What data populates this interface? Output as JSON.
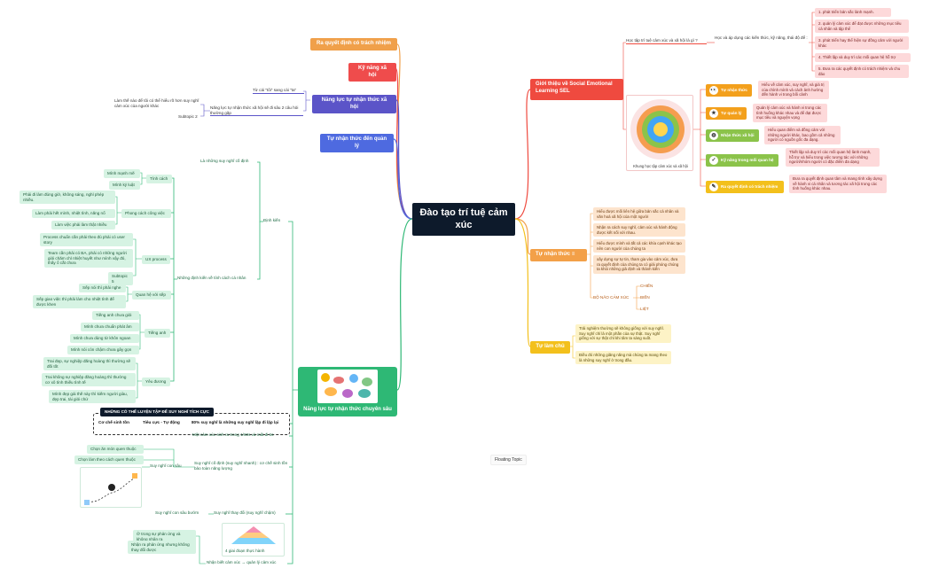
{
  "root": "Đào tạo trí tuệ cảm xúc",
  "left_main": {
    "ra_quyet_dinh": "Ra quyết định có trách nhiệm",
    "ky_nang_xa_hoi": "Kỹ năng xã hội",
    "nang_luc_xa_hoi": "Năng lực tự nhận thức xã hội",
    "tu_nhan_thuc_quan_ly": "Tự nhận thức đến quản lý",
    "chuyen_sau": "Năng lực tự nhận thức chuyên sâu"
  },
  "xa_hoi_children": {
    "tu_coi_toi": "Từ cái \"tôi\" sang cái \"ta\"",
    "nang_luc_tu_nhan": "Năng lực tự nhận thức xã hội sẽ đi sâu 2 câu hỏi thường gặp",
    "lam_the_nao": "Làm thế nào để tôi có thể hiểu rõ hơn suy nghĩ cảm xúc của người khác",
    "subtopic": "Subtopic 2"
  },
  "dinh_kien": {
    "label": "Định kiến",
    "la_nhung": "Là những suy nghĩ cố định",
    "nhung_dinh_kien": "Những định kiến về tính cách cá nhân",
    "tinh_cach": "Tính cách",
    "manh_me": "Mình mạnh mẽ",
    "ky_luat": "Mình kỷ luật",
    "phong_cach": "Phong cách công việc",
    "phai_di_lam": "Phải đi làm đúng giờ, không sáng, nghỉ phép nhiều.",
    "lam_phai_het": "Làm phải hết mình, nhiệt tình, năng nổ",
    "lam_viec_het": "Làm việc phải làm thật nhiều",
    "ux": "UX process",
    "process": "Process chuẩn cần phải theo đủ phải có user story",
    "team": "Team cần phải có BA, phải có những người giỏi chăm chỉ nhiệt huyết như mình vậy đó, thấy ổ cắt chưa",
    "subtopic5": "Subtopic 5",
    "quan_he": "Quan hệ với sếp",
    "sep_noi": "Sếp nói thì phải nghe",
    "sep_giao": "Sếp giao việc thì phải làm cho nhiệt tình để được khen",
    "tieng_anh": "Tiếng anh",
    "ta_chua": "Tiếng anh chưa giỏi",
    "mc_phat_am": "Mình chưa chuẩn phát âm",
    "mc_dung_tu": "Mình chưa dùng từ khôn ngoan",
    "mc_noi": "Mình nói còn chậm chưa gây gọn",
    "yeu_duong": "Yêu đương",
    "trai_dep": "Trai đẹp, sự nghiệp đăng hoàng thì thường sẽ đối tốt",
    "trai_khong": "Trai không sự nghiệp đăng hoàng thì thường cơ xô tình thiếu tình tế",
    "minh_dep": "Mình đẹp gái thế này thì kiếm người giàu, đẹp trai, tài giỏi chứ"
  },
  "luyen_tap": {
    "title": "NHỮNG CÓ THỂ LUYỆN TẬP ĐỂ SUY NGHĨ TÍCH CỰC",
    "co_che": "Cơ chế sinh tồn",
    "tieu_cuc": "Tiêu cực - Tự động",
    "percent": "80% suy nghĩ là những suy nghĩ lặp đi lặp lại"
  },
  "lower": {
    "mot_cam_xuc": "Một cảm xúc sinh ra trong 1/60s và mất đi 6s",
    "suy_nghi_con_sau": "Suy nghĩ con sâu",
    "suy_nghi_co_dinh": "Suy nghĩ cố định (suy nghĩ nhanh) : cơ chế sinh tồn bảo toàn năng lượng",
    "chon_an": "Chọn ăn món quen thuộc",
    "chon_lam": "Chọn làm theo cách quen thuộc",
    "suy_nghi_con_sau_buom": "Suy nghĩ con sâu bướm",
    "suy_nghi_thay_doi": "Suy nghĩ thay đổi (suy nghĩ chậm)",
    "o_trong": "Ở trong sự phản ứng và không nhận ra",
    "nhan_ra": "Nhận ra phản ứng nhưng không thay đổi được",
    "bon_giai_doan": "4 giai đoạn thực hành",
    "nhan_biet": "Nhận biết cảm xúc → quản lý cảm xúc"
  },
  "right": {
    "gioi_thieu": "Giới thiệu về Social Emotional Learning SEL",
    "hoc_tap": "Học tập trí tuệ cảm xúc và xã hội là gì ?",
    "hoc_va_ap": "Học và áp dụng các kiến thức, kỹ năng, thái độ để :",
    "items": [
      "1. phát triển bản sắc lành mạnh.",
      "2. quản lý cảm xúc để đạt được những mục tiêu cá nhân và tập thể",
      "3. phát triển hay thể hiện sự đồng cảm với người khác",
      "4. Thiết lập và duy trì các mối quan hệ hỗ trợ",
      "5. Đưa ra các quyết định có trách nhiệm và chu đáo"
    ],
    "khung": "Khung học tập cảm xúc và xã hội",
    "sel": [
      {
        "label": "Tự nhận thức",
        "desc": "Hiểu về cảm xúc, suy nghĩ, và giá trị của chính mình và cách ảnh hưởng đến hành vi trong bối cảnh",
        "color": "#f3a01c"
      },
      {
        "label": "Tự quản lý",
        "desc": "Quản lý cảm xúc và hành vi trong các tình huống khác nhau và để đạt được mục tiêu và nguyện vọng",
        "color": "#f3a01c"
      },
      {
        "label": "Nhận thức xã hội",
        "desc": "Hiểu quan điểm và đồng cảm với những người khác, bao gồm cả những người có nguồn gốc đa dạng.",
        "color": "#8bc34a"
      },
      {
        "label": "Kỹ năng trong mối quan hệ",
        "desc": "Thiết lập và duy trì các mối quan hệ lành mạnh, hỗ trợ và hiểu trong việc tương tác với những người/nhóm người có đặc điểm đa dạng",
        "color": "#8bc34a"
      },
      {
        "label": "Ra quyết định có trách nhiệm",
        "desc": "Đưa ra quyết định quan tâm và mang tính xây dựng về hành vi cá nhân và tương tác xã hội trong các tình huống khác nhau.",
        "color": "#f3c01c"
      }
    ],
    "tu_nhan_thuc": "Tự nhận thức",
    "tnt_items": [
      "Hiểu được mối liên hệ giữa bản sắc cá nhân và văn hoá xã hội của một người",
      "Nhận ra cách suy nghĩ, cảm xúc và hành động được kết nối với nhau.",
      "Hiểu được mình và tất cả các khía cạnh khác tạo nên con người của chúng ta",
      "xây dựng sự tự tin, tham gia vào cảm xúc, đưa ra quyết định của chúng ta có giải phóng chúng ta khỏi những giả định và thành kiến"
    ],
    "bo_nao": "BỘ NÃO CẢM XÚC",
    "bo_nao_items": [
      "CHIẾN",
      "BIẾN",
      "LIỆT"
    ],
    "tu_lam_chu": "Tự làm chủ",
    "tlc_items": [
      "Trải nghiệm thường sẽ không giống với suy nghĩ. Suy nghĩ chỉ là một phần của sự thật. Suy nghĩ giống với sự thật chỉ khi tâm ta sáng suốt.",
      "Điều đó những giăng năng mà chúng ta mang theo là những suy nghĩ ở trong đầu."
    ]
  },
  "floating": "Floating Topic"
}
